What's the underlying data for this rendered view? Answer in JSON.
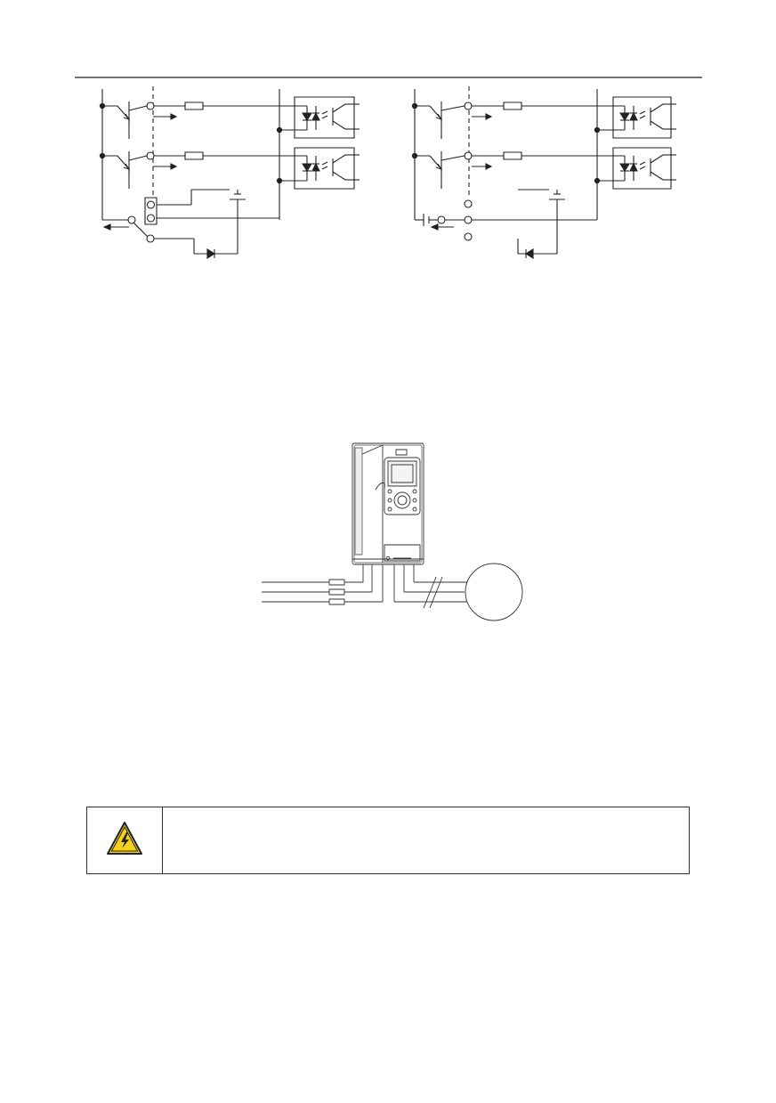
{
  "page": {
    "header_rule": true
  },
  "figures": [
    {
      "id": "npn-sink-circuit"
    },
    {
      "id": "npn-source-circuit"
    },
    {
      "id": "inverter-motor-wiring"
    }
  ],
  "warning": {
    "icon": "high-voltage-warning-icon",
    "icon_color": "#f7d117",
    "text": ""
  }
}
